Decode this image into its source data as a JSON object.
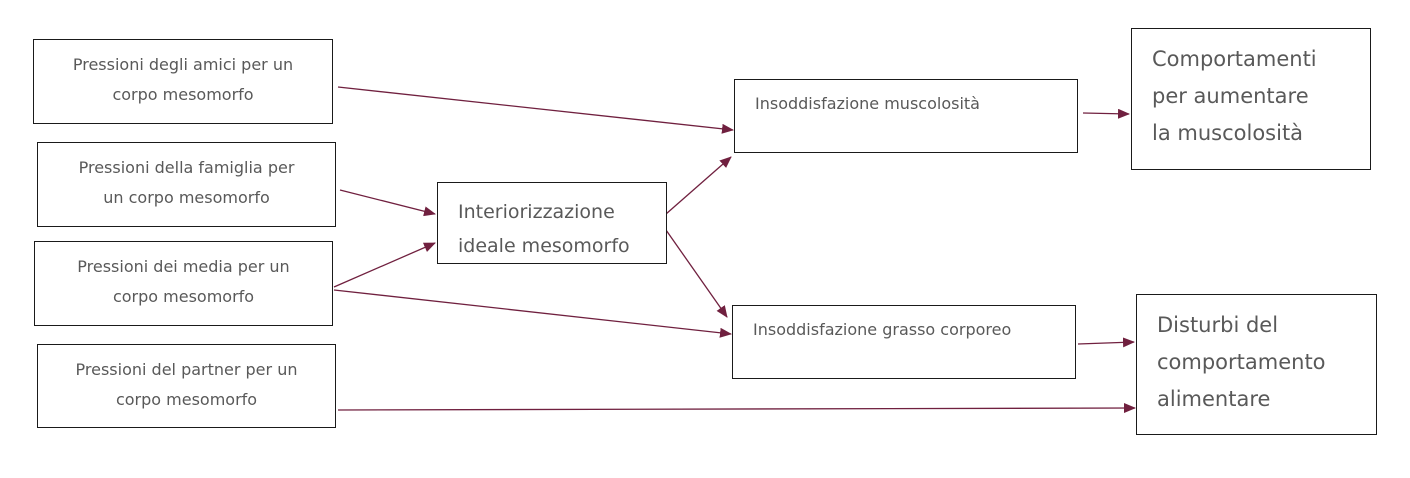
{
  "nodes": {
    "friends": [
      "Pressioni degli amici per un",
      "corpo mesomorfo"
    ],
    "family": [
      "Pressioni della famiglia per",
      "un corpo mesomorfo"
    ],
    "media": [
      "Pressioni dei media per un",
      "corpo mesomorfo"
    ],
    "partner": [
      "Pressioni del partner per un",
      "corpo mesomorfo"
    ],
    "internalization": [
      "Interiorizzazione",
      "ideale mesomorfo"
    ],
    "muscle_dissatisfaction": "Insoddisfazione muscolosità",
    "fat_dissatisfaction": "Insoddisfazione grasso corporeo",
    "muscle_behaviors": [
      "Comportamenti",
      "per aumentare",
      "la muscolosità"
    ],
    "eating_disorders": [
      "Disturbi del",
      "comportamento",
      "alimentare"
    ]
  },
  "edges": [
    {
      "from": "friends",
      "to": "muscle_dissatisfaction"
    },
    {
      "from": "family",
      "to": "internalization"
    },
    {
      "from": "media",
      "to": "internalization"
    },
    {
      "from": "media",
      "to": "fat_dissatisfaction"
    },
    {
      "from": "partner",
      "to": "eating_disorders"
    },
    {
      "from": "internalization",
      "to": "muscle_dissatisfaction"
    },
    {
      "from": "internalization",
      "to": "fat_dissatisfaction"
    },
    {
      "from": "muscle_dissatisfaction",
      "to": "muscle_behaviors"
    },
    {
      "from": "fat_dissatisfaction",
      "to": "eating_disorders"
    }
  ],
  "colors": {
    "arrow": "#70203f",
    "border": "#1a1a1a",
    "text": "#595959"
  }
}
